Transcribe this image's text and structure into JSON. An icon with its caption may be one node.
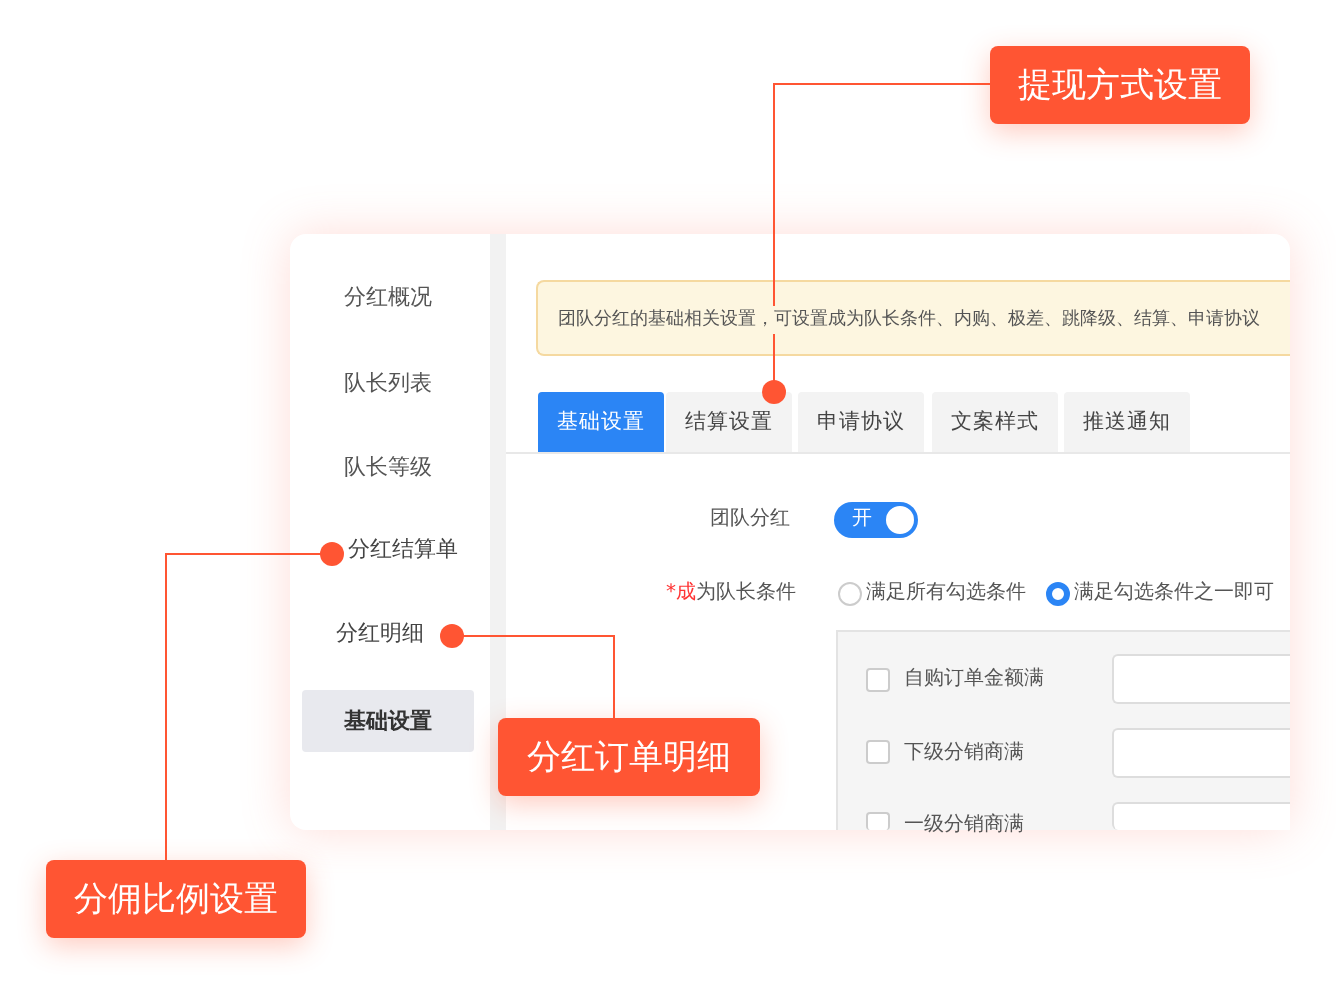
{
  "diagram": {
    "nodes": [
      {
        "text": [
          "提现方式设置"
        ]
      },
      {
        "text": [
          "基础设置"
        ]
      },
      {
        "text": [
          "结算设置"
        ]
      },
      {
        "text": [
          "申请协议"
        ]
      },
      {
        "text": [
          "文案样式"
        ]
      },
      {
        "text": [
          "推送通知"
        ]
      },
      {
        "text": [
          "分红订单明细"
        ]
      },
      {
        "text": [
          "分红明细"
        ]
      },
      {
        "text": [
          "分佣比例设置"
        ]
      },
      {
        "text": [
          "分红结算单"
        ]
      }
    ],
    "edges": [
      {
        "from": 0,
        "to": 2,
        "arrow": "other"
      },
      {
        "from": 6,
        "to": 7,
        "arrow": "other"
      },
      {
        "from": 8,
        "to": 9,
        "arrow": "other"
      }
    ],
    "labels": [
      "分红概况",
      "队长列表",
      "队长等级",
      "基础设置",
      "团队分红的基础相关设置，可设置成为队长条件、内购、极差、跳降级、结算、申请协议",
      "团队分红",
      "开",
      "*成为队长条件",
      "满足所有勾选条件",
      "满足勾选条件之一即可",
      "自购订单金额满",
      "下级分销商满",
      "一级分销商满"
    ]
  }
}
